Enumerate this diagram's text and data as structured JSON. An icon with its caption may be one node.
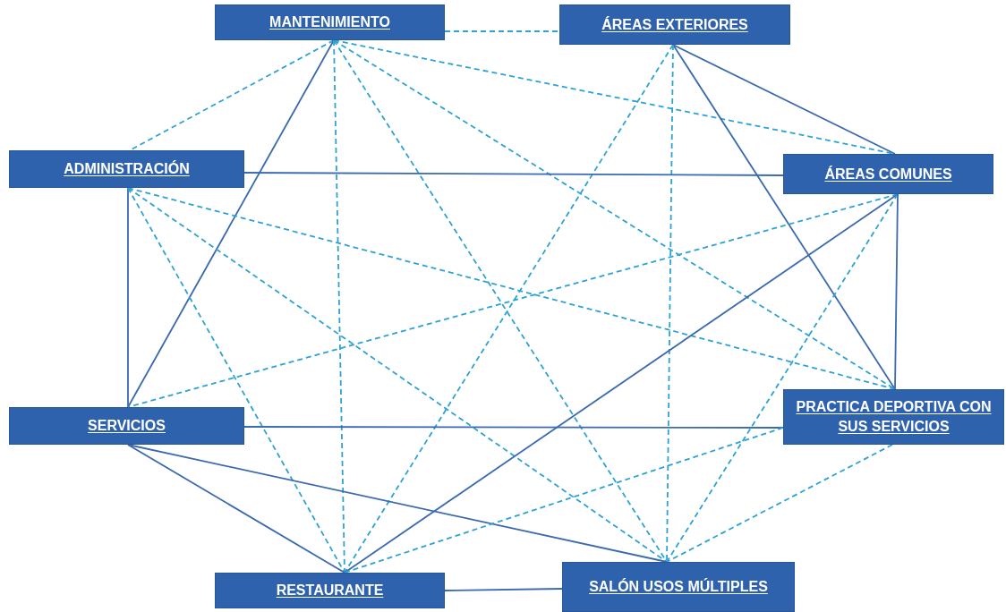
{
  "diagram": {
    "nodes": [
      {
        "text": [
          "MANTENIMIENTO"
        ]
      },
      {
        "text": [
          "ÁREAS EXTERIORES"
        ]
      },
      {
        "text": [
          "ADMINISTRACIÓN"
        ]
      },
      {
        "text": [
          "ÁREAS COMUNES"
        ]
      },
      {
        "text": [
          "SERVICIOS"
        ]
      },
      {
        "text": [
          "PRACTICA DEPORTIVA CON SUS SERVICIOS"
        ]
      },
      {
        "text": [
          "RESTAURANTE"
        ]
      },
      {
        "text": [
          "SALÓN USOS MÚLTIPLES"
        ]
      }
    ],
    "edges": [
      {
        "from": 0,
        "to": 1,
        "arrow": "none",
        "style": "dashed"
      },
      {
        "from": 0,
        "to": 2,
        "arrow": "none",
        "style": "dashed"
      },
      {
        "from": 0,
        "to": 4,
        "arrow": "none",
        "color": "#3c6aae"
      },
      {
        "from": 0,
        "to": 6,
        "arrow": "none",
        "style": "dashed"
      },
      {
        "from": 0,
        "to": 7,
        "arrow": "none",
        "style": "dashed"
      },
      {
        "from": 0,
        "to": 5,
        "arrow": "none",
        "style": "dashed"
      },
      {
        "from": 0,
        "to": 3,
        "arrow": "none",
        "style": "dashed"
      },
      {
        "from": 1,
        "to": 3,
        "arrow": "none",
        "color": "#3c6aae"
      },
      {
        "from": 1,
        "to": 5,
        "arrow": "none",
        "color": "#3c6aae"
      },
      {
        "from": 1,
        "to": 7,
        "arrow": "none",
        "style": "dashed"
      },
      {
        "from": 1,
        "to": 6,
        "arrow": "none",
        "style": "dashed"
      },
      {
        "from": 2,
        "to": 3,
        "arrow": "none",
        "color": "#3c6aae"
      },
      {
        "from": 2,
        "to": 4,
        "arrow": "none",
        "color": "#3c6aae"
      },
      {
        "from": 2,
        "to": 5,
        "arrow": "none",
        "style": "dashed"
      },
      {
        "from": 2,
        "to": 7,
        "arrow": "none",
        "style": "dashed"
      },
      {
        "from": 2,
        "to": 6,
        "arrow": "none",
        "style": "dashed"
      },
      {
        "from": 3,
        "to": 4,
        "arrow": "none",
        "style": "dashed"
      },
      {
        "from": 3,
        "to": 6,
        "arrow": "none",
        "color": "#3c6aae"
      },
      {
        "from": 3,
        "to": 7,
        "arrow": "none",
        "style": "dashed"
      },
      {
        "from": 3,
        "to": 5,
        "arrow": "none",
        "color": "#3c6aae"
      },
      {
        "from": 4,
        "to": 5,
        "arrow": "none",
        "color": "#3c6aae"
      },
      {
        "from": 4,
        "to": 7,
        "arrow": "none",
        "color": "#3c6aae"
      },
      {
        "from": 4,
        "to": 6,
        "arrow": "none",
        "color": "#3c6aae"
      },
      {
        "from": 5,
        "to": 6,
        "arrow": "none",
        "style": "dashed"
      },
      {
        "from": 5,
        "to": 7,
        "arrow": "none",
        "style": "dashed"
      },
      {
        "from": 6,
        "to": 7,
        "arrow": "none",
        "color": "#3c6aae"
      }
    ]
  }
}
